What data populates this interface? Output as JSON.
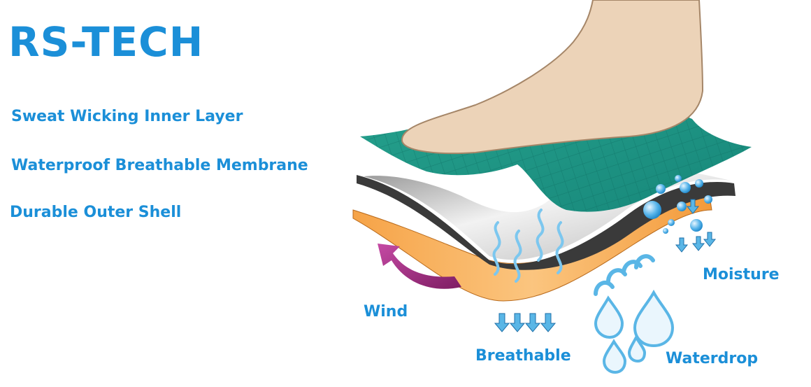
{
  "brand": "RS-TECH",
  "features": [
    "Sweat Wicking Inner Layer",
    "Waterproof Breathable Membrane",
    "Durable Outer Shell"
  ],
  "labels": {
    "wind": "Wind",
    "breathable": "Breathable",
    "moisture": "Moisture",
    "waterdrop": "Waterdrop"
  },
  "colors": {
    "text_accent": "#1b8fd8",
    "inner_layer": "#1e9b8a",
    "membrane": "#9a9a9a",
    "outer_shell": "#f39a3a",
    "wind_arrow": "#b5338f",
    "water": "#5ab6e6"
  }
}
